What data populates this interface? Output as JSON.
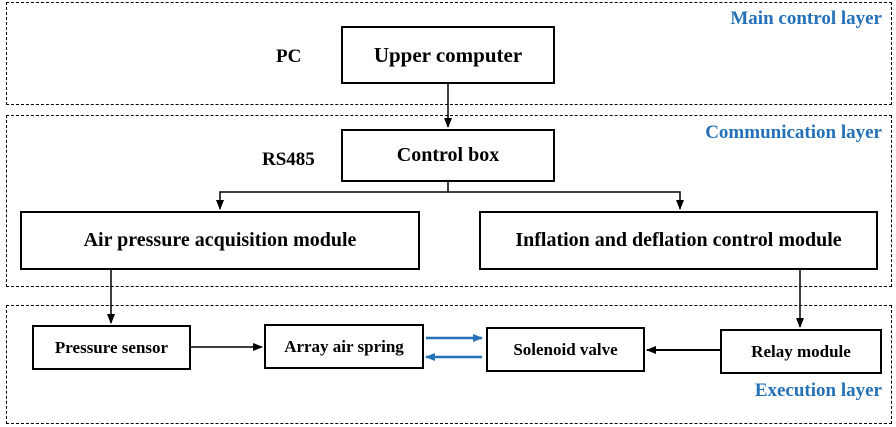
{
  "layers": {
    "main": "Main control layer",
    "communication": "Communication layer",
    "execution": "Execution layer"
  },
  "labels": {
    "pc": "PC",
    "rs485": "RS485"
  },
  "boxes": {
    "upper_computer": "Upper computer",
    "control_box": "Control box",
    "air_pressure_module": "Air pressure acquisition module",
    "inflation_module": "Inflation and deflation control module",
    "pressure_sensor": "Pressure sensor",
    "array_air_spring": "Array air spring",
    "solenoid_valve": "Solenoid valve",
    "relay_module": "Relay module"
  },
  "colors": {
    "layer_label": "#2471b8",
    "bidirectional_arrow": "#2471b8"
  }
}
